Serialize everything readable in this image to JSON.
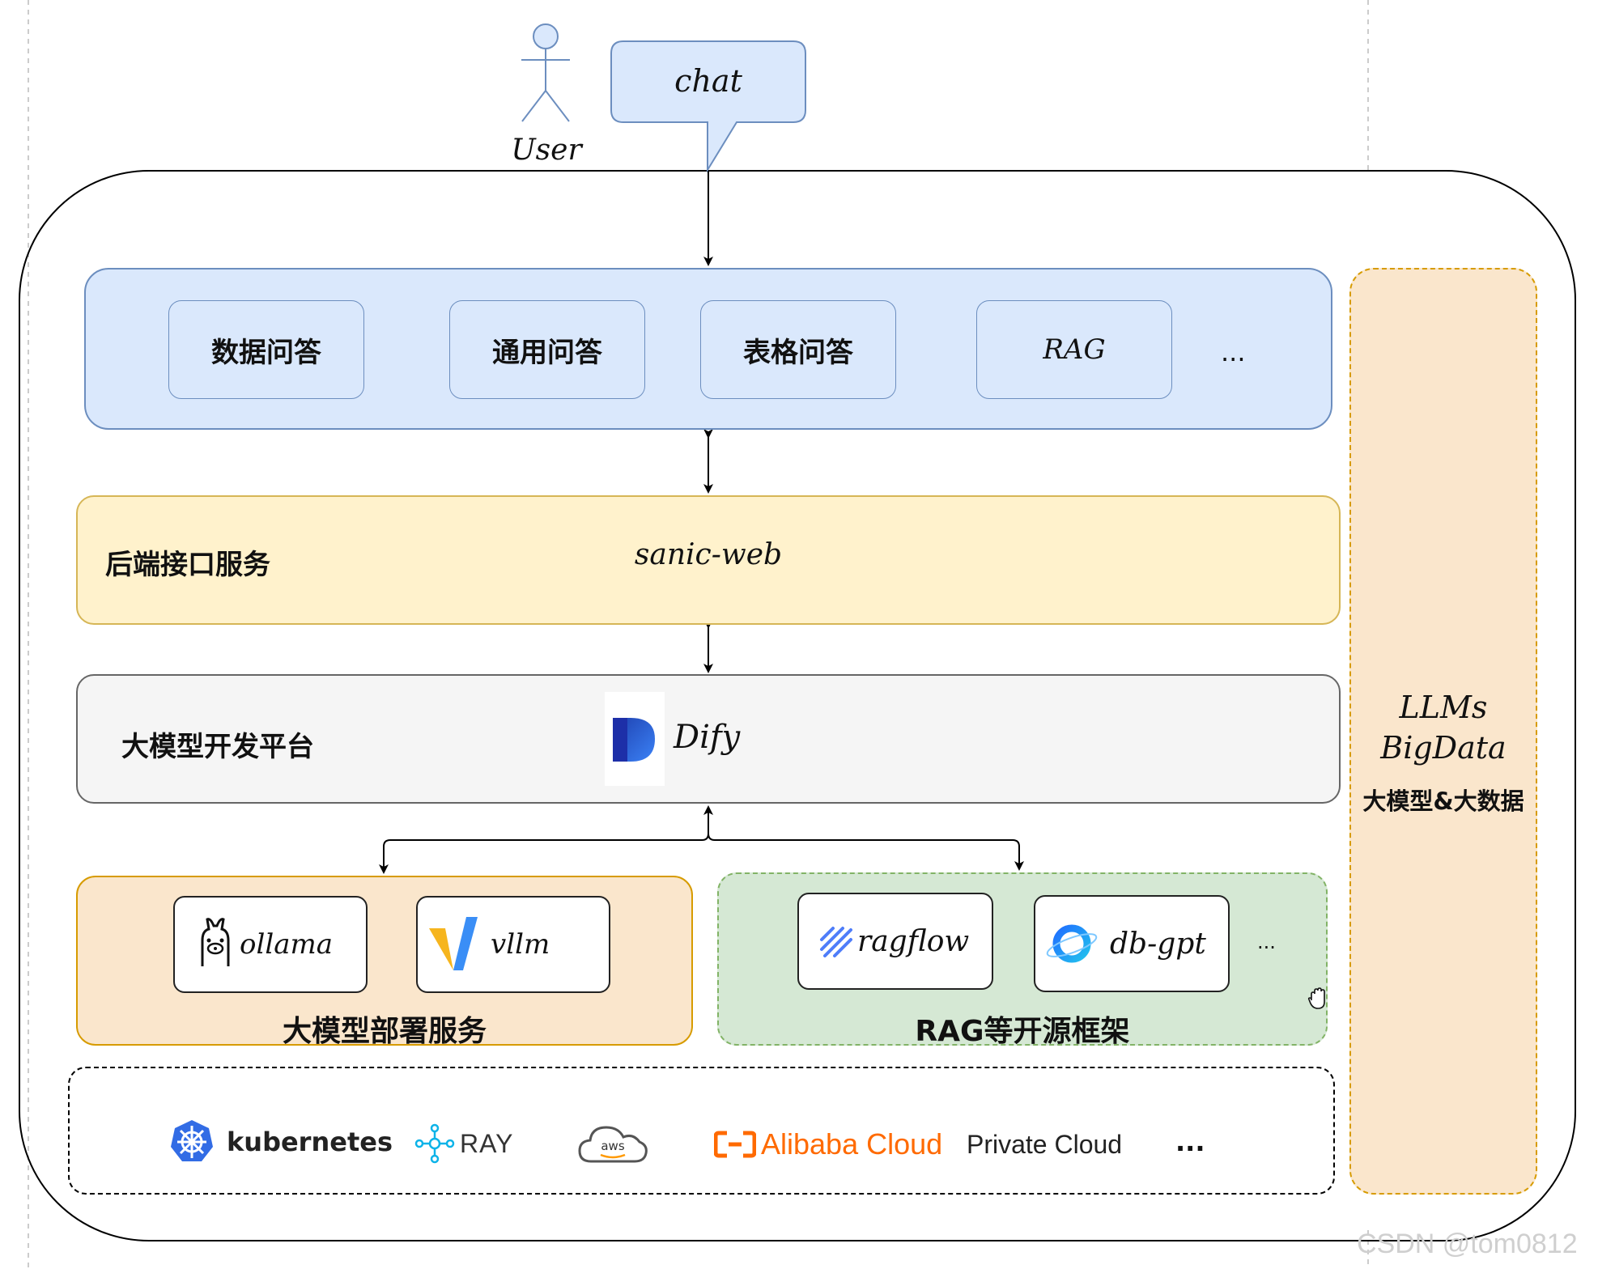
{
  "user": {
    "label": "User"
  },
  "chat": {
    "label": "chat"
  },
  "app_layer": {
    "items": [
      "数据问答",
      "通用问答",
      "表格问答",
      "RAG"
    ],
    "more": "..."
  },
  "backend": {
    "title": "后端接口服务",
    "service": "sanic-web"
  },
  "platform": {
    "title": "大模型开发平台",
    "product": "Dify"
  },
  "deploy": {
    "title": "大模型部署服务",
    "items": [
      "ollama",
      "vllm"
    ]
  },
  "rag": {
    "title": "RAG等开源框架",
    "items": [
      "ragflow",
      "db-gpt"
    ],
    "more": "..."
  },
  "infra": {
    "items": [
      "kubernetes",
      "RAY",
      "aws",
      "Alibaba Cloud",
      "Private Cloud"
    ],
    "more": "..."
  },
  "side": {
    "line1": "LLMs",
    "line2": "BigData",
    "line3": "大模型&大数据"
  },
  "watermark": "CSDN @tom0812",
  "colors": {
    "blue_fill": "#dae8fc",
    "blue_stroke": "#6c8ebf",
    "yellow_fill": "#fff2cc",
    "yellow_stroke": "#d6b656",
    "gray_fill": "#f5f5f5",
    "gray_stroke": "#666666",
    "orange_fill": "#fae6cc",
    "orange_stroke": "#d79b00",
    "green_fill": "#d5e8d4",
    "green_stroke": "#82b366",
    "alibaba": "#ff6a00",
    "k8s": "#326ce5"
  }
}
